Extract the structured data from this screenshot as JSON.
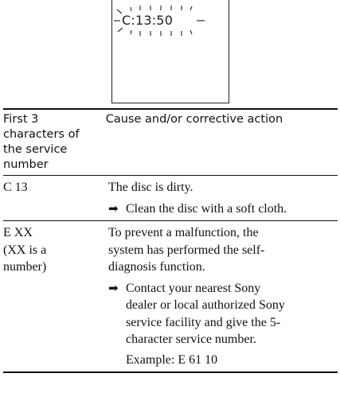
{
  "display": {
    "text": "C:13:50"
  },
  "table": {
    "header": {
      "col1": [
        "First 3",
        "characters of",
        "the service",
        "number"
      ],
      "col2": "Cause and/or corrective action"
    },
    "rows": [
      {
        "code": [
          "C 13"
        ],
        "cause": [
          "The disc is dirty."
        ],
        "arrow": "➡",
        "action": [
          "Clean the disc with a soft cloth."
        ]
      },
      {
        "code": [
          "E XX",
          "(XX is a",
          "number)"
        ],
        "cause": [
          "To prevent a malfunction, the",
          "system has performed the self-",
          "diagnosis function."
        ],
        "arrow": "➡",
        "action": [
          "Contact your nearest Sony",
          "dealer or local authorized Sony",
          "service facility and give the 5-",
          "character service number."
        ],
        "example": "Example: E 61 10"
      }
    ]
  }
}
